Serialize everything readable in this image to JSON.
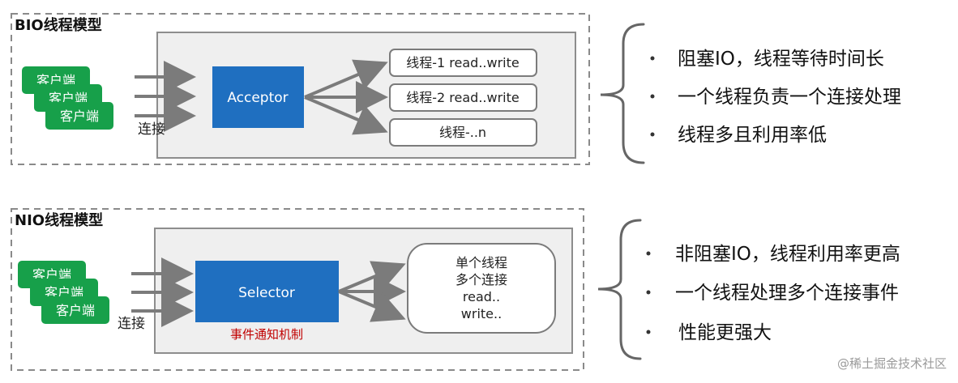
{
  "colors": {
    "accent_blue": "#1f6fc0",
    "client_green": "#17a04a",
    "arrow_gray": "#7b7b7b",
    "panel_gray": "#efefef",
    "event_red": "#c00000"
  },
  "bio": {
    "title": "BIO线程模型",
    "clients": [
      "客户端",
      "客户端",
      "客户端"
    ],
    "connect_label": "连接",
    "acceptor_label": "Acceptor",
    "threads": [
      "线程-1 read..write",
      "线程-2 read..write",
      "线程-..n"
    ],
    "bullets": [
      "阻塞IO，线程等待时间长",
      "一个线程负责一个连接处理",
      "线程多且利用率低"
    ]
  },
  "nio": {
    "title": "NIO线程模型",
    "clients": [
      "客户端",
      "客户端",
      "客户端"
    ],
    "connect_label": "连接",
    "selector_label": "Selector",
    "event_label": "事件通知机制",
    "worker_lines": [
      "单个线程",
      "多个连接",
      "read..",
      "write.."
    ],
    "bullets": [
      "非阻塞IO，线程利用率更高",
      "一个线程处理多个连接事件",
      "性能更强大"
    ]
  },
  "watermark": "@稀土掘金技术社区"
}
